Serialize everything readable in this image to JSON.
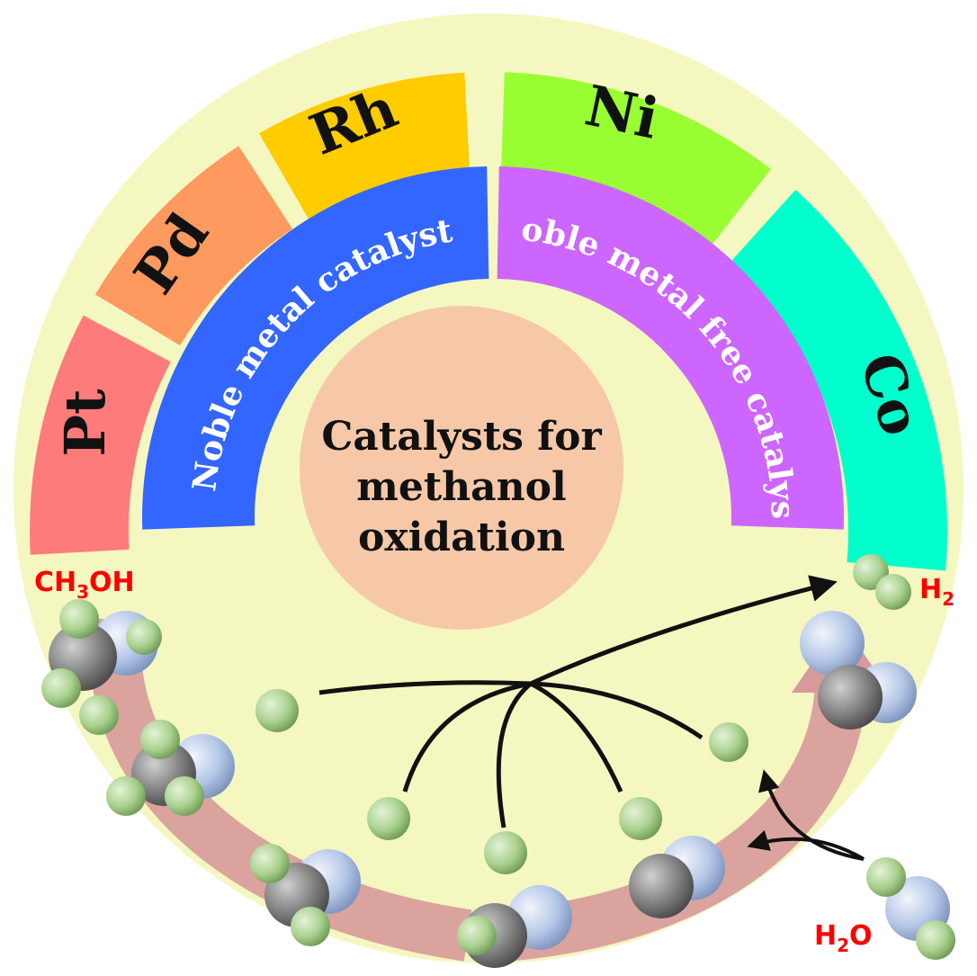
{
  "title": [
    "Catalysts for",
    "methanol",
    "oxidation"
  ],
  "outer_segments": [
    {
      "label": "Pt",
      "color": "#fe7b7b"
    },
    {
      "label": "Pd",
      "color": "#fe9960"
    },
    {
      "label": "Rh",
      "color": "#ffcc00"
    },
    {
      "label": "Ni",
      "color": "#99ff33"
    },
    {
      "label": "Co",
      "color": "#00ffcc"
    }
  ],
  "inner_bands": [
    {
      "label": "Noble metal catalyst",
      "color": "#3366ff"
    },
    {
      "label": "Noble metal free catalyst",
      "color": "#cc66ff"
    }
  ],
  "chemicals": {
    "methanol": {
      "main": "CH",
      "sub": "3",
      "rest": "OH"
    },
    "hydrogen": {
      "main": "H",
      "sub": "2"
    },
    "water": {
      "main": "H",
      "sub": "2",
      "rest": "O"
    }
  },
  "colors": {
    "background": "#f5f7c0",
    "center_circle": "#f6c8a8",
    "flow_arrow": "#d8999a",
    "atom_h": "#a9d18e",
    "atom_c": "#808080",
    "atom_o": "#b4c7e7",
    "label_red": "#ff0000"
  }
}
